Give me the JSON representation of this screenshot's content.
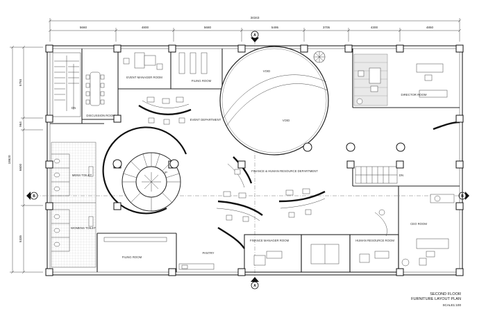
{
  "dimensions": {
    "overall_width": "34343",
    "top_segments": [
      "5660",
      "4800",
      "5680",
      "5495",
      "3705",
      "4300",
      "4850"
    ],
    "overall_depth": "18620",
    "left_segments": [
      "5793",
      "964",
      "6600",
      "5335"
    ]
  },
  "rooms": {
    "event_manager_room": "EVENT MANAGER ROOM",
    "filing_room_top": "FILING ROOM",
    "void_1": "VOID",
    "void_2": "VOID",
    "director_room": "DIRECTOR ROOM",
    "discussion_room": "DISCUSSION ROOM",
    "event_department": "EVENT DEPARTMENT",
    "finance_hr_department": "FINANCE & HUMAN RESOURCE DEPARTMENT",
    "mens_toilet": "MENS TOILET",
    "womens_toilet": "WOMENS TOILET",
    "filing_room_bottom": "FILING ROOM",
    "pantry": "PANTRY",
    "finance_manager_room": "FINANCE MANAGER ROOM",
    "human_resource_room": "HUMAN RESOURCE ROOM",
    "ceo_room": "CEO ROOM"
  },
  "stairs": {
    "dn_left": "DN",
    "dn_right": "DN",
    "up": "UP"
  },
  "section_markers": {
    "top": "A",
    "bottom": "A",
    "left": "B",
    "right": "B"
  },
  "title_block": {
    "line1": "SECOND FLOOR",
    "line2": "FURNITURE LAYOUT PLAN",
    "scale": "SCALE1:100"
  }
}
